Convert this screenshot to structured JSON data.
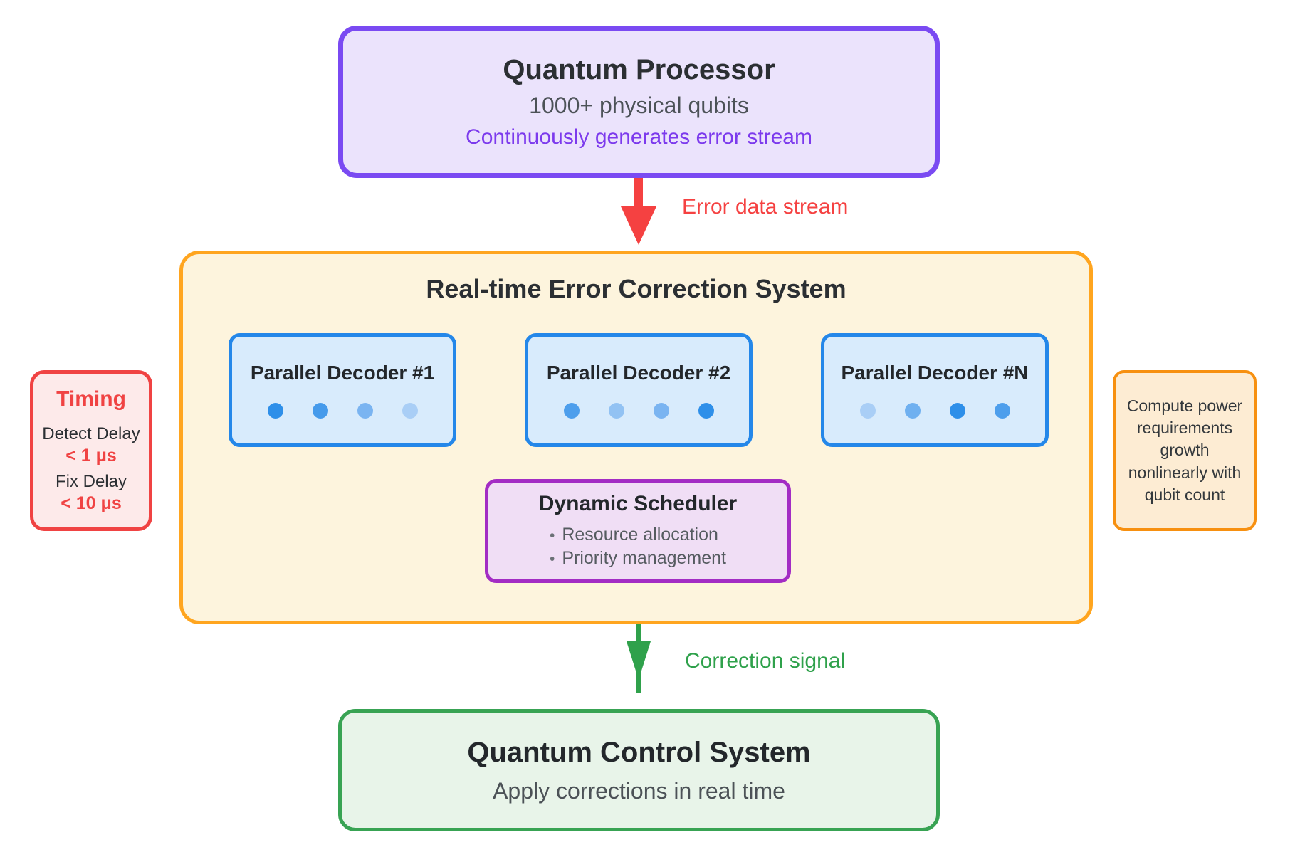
{
  "diagram": {
    "quantum_processor": {
      "title": "Quantum Processor",
      "subtitle": "1000+ physical qubits",
      "note": "Continuously generates error stream"
    },
    "error_stream_arrow_label": "Error data stream",
    "error_correction_system": {
      "title": "Real-time Error Correction System",
      "decoders": [
        {
          "title": "Parallel Decoder #1",
          "dot_colors": [
            "#2e8fe9",
            "#459aeb",
            "#7ab4f1",
            "#a9cef6"
          ]
        },
        {
          "title": "Parallel Decoder #2",
          "dot_colors": [
            "#4d9eec",
            "#92c2f3",
            "#7ab4f1",
            "#2e8fe9"
          ]
        },
        {
          "title": "Parallel Decoder #N",
          "dot_colors": [
            "#a9cef6",
            "#6fb0f0",
            "#2e8fe9",
            "#4d9eec"
          ]
        }
      ],
      "scheduler": {
        "title": "Dynamic Scheduler",
        "bullets": [
          "Resource allocation",
          "Priority management"
        ]
      }
    },
    "timing_note": {
      "title": "Timing",
      "items": [
        {
          "label": "Detect Delay",
          "value": "< 1 μs"
        },
        {
          "label": "Fix Delay",
          "value": "< 10 μs"
        }
      ]
    },
    "compute_note": "Compute power requirements growth nonlinearly with qubit count",
    "correction_signal_arrow_label": "Correction signal",
    "quantum_control_system": {
      "title": "Quantum Control System",
      "subtitle": "Apply corrections in real time"
    },
    "colors": {
      "processor_border": "#7a4af2",
      "processor_bg": "#ebe3fc",
      "processor_note_text": "#7c3aed",
      "error_red": "#f54141",
      "ecs_border": "#ffa51f",
      "ecs_bg": "#fdf4dd",
      "decoder_border": "#2487e9",
      "decoder_bg": "#d8ebfc",
      "scheduler_border": "#a32cc4",
      "scheduler_bg": "#f0def5",
      "timing_border": "#f04343",
      "timing_bg": "#fdeaea",
      "compute_note_border": "#f79010",
      "compute_note_bg": "#fdecd3",
      "correction_green": "#2fa14b",
      "control_border": "#38a353",
      "control_bg": "#e8f4e9",
      "text_dark": "#2b2f33",
      "text_gray": "#4c5257"
    }
  }
}
